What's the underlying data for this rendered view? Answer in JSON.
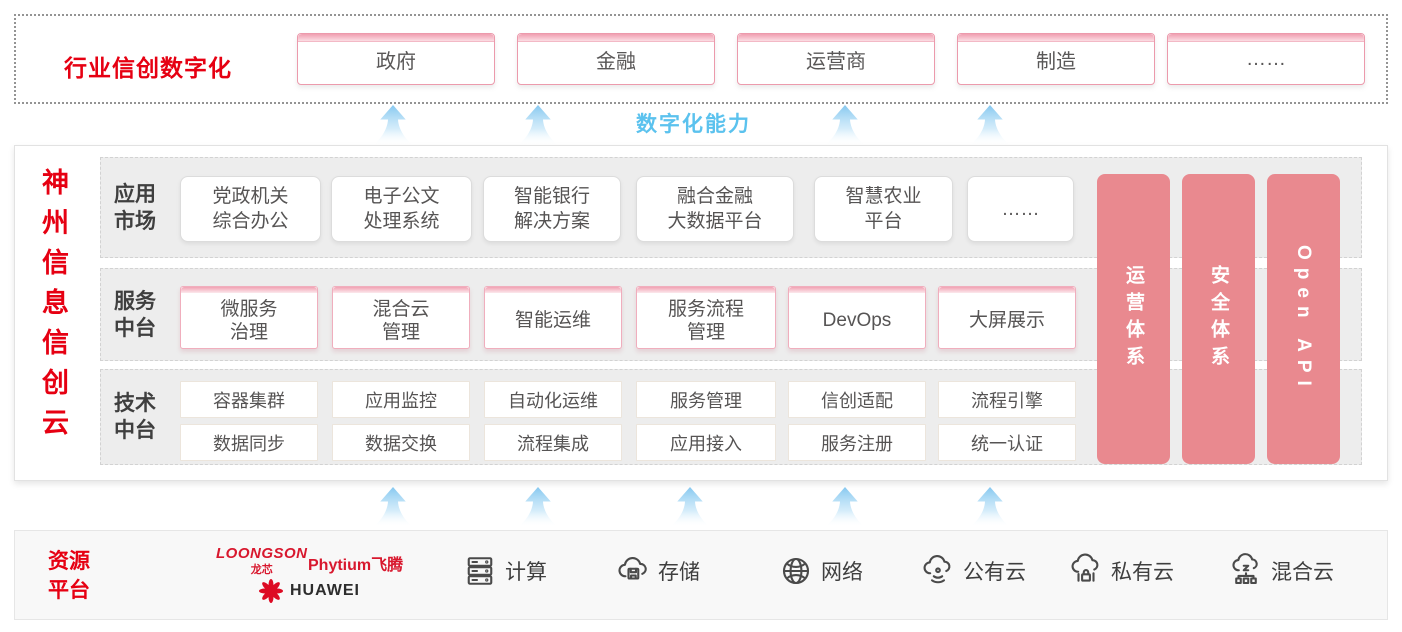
{
  "colors": {
    "brand_red": "#e60012",
    "bar_pink": "#e9898f",
    "accent_rose": "#ec9aac",
    "capability_blue": "#5bc2ee"
  },
  "top_section": {
    "title": "行业信创数字化",
    "industries": [
      "政府",
      "金融",
      "运营商",
      "制造",
      "……"
    ]
  },
  "capability_label": "数字化能力",
  "main_section": {
    "vertical_title": "神州信息信创云",
    "app_row": {
      "label": "应用\n市场",
      "boxes": [
        "党政机关\n综合办公",
        "电子公文\n处理系统",
        "智能银行\n解决方案",
        "融合金融\n大数据平台",
        "智慧农业\n平台",
        "……"
      ]
    },
    "service_row": {
      "label": "服务\n中台",
      "boxes": [
        "微服务\n治理",
        "混合云\n管理",
        "智能运维",
        "服务流程\n管理",
        "DevOps",
        "大屏展示"
      ]
    },
    "tech_row": {
      "label": "技术\n中台",
      "boxes_top": [
        "容器集群",
        "应用监控",
        "自动化运维",
        "服务管理",
        "信创适配",
        "流程引擎"
      ],
      "boxes_bottom": [
        "数据同步",
        "数据交换",
        "流程集成",
        "应用接入",
        "服务注册",
        "统一认证"
      ]
    },
    "side_bars": [
      "运营体系",
      "安全体系",
      "Open API"
    ]
  },
  "resource_section": {
    "label": "资源\n平台",
    "vendors": {
      "loongson": "LOONGSON",
      "loongson_sub": "龙芯",
      "phytium": "Phytium飞腾",
      "huawei": "HUAWEI"
    },
    "resources": [
      {
        "icon": "compute-icon",
        "label": "计算"
      },
      {
        "icon": "storage-icon",
        "label": "存储"
      },
      {
        "icon": "network-icon",
        "label": "网络"
      },
      {
        "icon": "public-cloud-icon",
        "label": "公有云"
      },
      {
        "icon": "private-cloud-icon",
        "label": "私有云"
      },
      {
        "icon": "hybrid-cloud-icon",
        "label": "混合云"
      }
    ]
  }
}
